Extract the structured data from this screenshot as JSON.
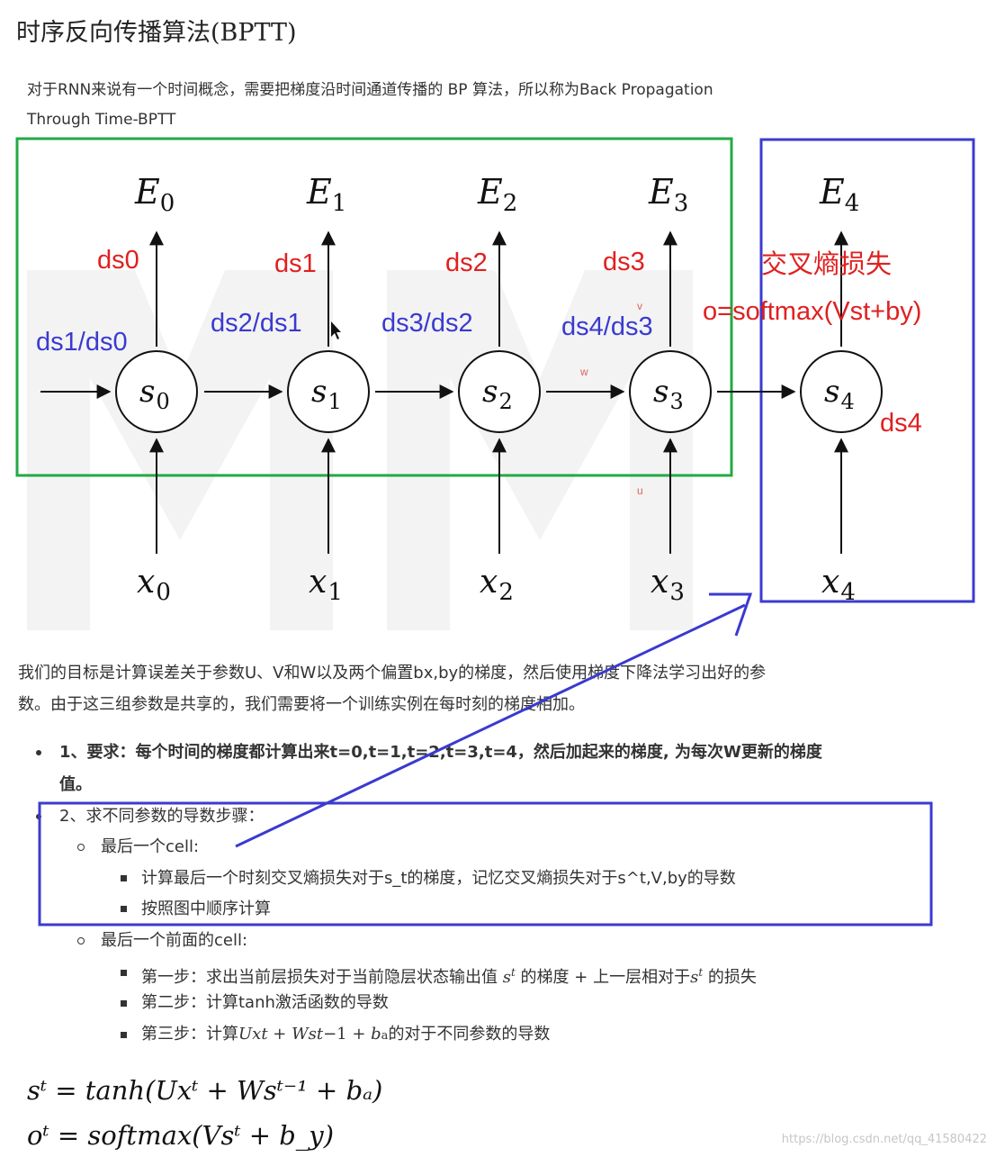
{
  "title": "时序反向传播算法(BPTT)",
  "intro": {
    "line1": "对于RNN来说有一个时间概念，需要把梯度沿时间通道传播的 BP 算法，所以称为Back Propagation",
    "line2": "Through Time-BPTT"
  },
  "diagram": {
    "nodes": [
      {
        "s": "s",
        "sub": "0",
        "E": "E",
        "Esub": "0",
        "x": "x",
        "xsub": "0"
      },
      {
        "s": "s",
        "sub": "1",
        "E": "E",
        "Esub": "1",
        "x": "x",
        "xsub": "1"
      },
      {
        "s": "s",
        "sub": "2",
        "E": "E",
        "Esub": "2",
        "x": "x",
        "xsub": "2"
      },
      {
        "s": "s",
        "sub": "3",
        "E": "E",
        "Esub": "3",
        "x": "x",
        "xsub": "3"
      },
      {
        "s": "s",
        "sub": "4",
        "E": "E",
        "Esub": "4",
        "x": "x",
        "xsub": "4"
      }
    ],
    "red_annotations": [
      "ds0",
      "ds1",
      "ds2",
      "ds3",
      "ds4"
    ],
    "blue_annotations": [
      "ds1/ds0",
      "ds2/ds1",
      "ds3/ds2",
      "ds4/ds3"
    ],
    "cross_entropy_label": "交叉熵损失",
    "softmax_label": "o=softmax(Vst+by)",
    "small_v": "v",
    "small_w": "w",
    "small_u": "u",
    "colors": {
      "green_box": "#22aa44",
      "blue_box": "#3b3bd0",
      "red_text": "#e02020",
      "blue_text": "#3a3ad0"
    }
  },
  "paragraph": {
    "line1": "我们的目标是计算误差关于参数U、V和W以及两个偏置bx,by的梯度，然后使用梯度下降法学习出好的参",
    "line2": "数。由于这三组参数是共享的，我们需要将一个训练实例在每时刻的梯度相加。"
  },
  "list": {
    "item1_line1": "1、要求：每个时间的梯度都计算出来t=0,t=1,t=2,t=3,t=4，然后加起来的梯度, 为每次W更新的梯度",
    "item1_line2": "值。",
    "item2": "2、求不同参数的导数步骤：",
    "last_cell": "最后一个cell:",
    "last_cell_a": "计算最后一个时刻交叉熵损失对于s_t的梯度，记忆交叉熵损失对于s^t,V,by的导数",
    "last_cell_b": "按照图中顺序计算",
    "prev_cell": "最后一个前面的cell:",
    "step1_a": "第一步：求出当前层损失对于当前隐层状态输出值",
    "step1_b": "的梯度 + 上一层相对于",
    "step1_c": "的损失",
    "step2": "第二步：计算tanh激活函数的导数",
    "step3_a": "第三步：计算",
    "step3_b": "的对于不同参数的导数"
  },
  "formulas": {
    "f1": "sᵗ = tanh(Uxᵗ + Wsᵗ⁻¹ + bₐ)",
    "f2": "oᵗ = softmax(Vsᵗ + b_y)"
  },
  "watermark": "https://blog.csdn.net/qq_41580422"
}
